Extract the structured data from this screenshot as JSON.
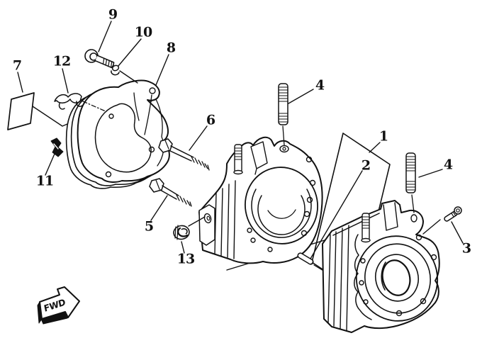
{
  "diagram": {
    "background": "#ffffff",
    "ink": "#111111",
    "fwd_arrow": {
      "label": "FWD"
    },
    "labels": [
      {
        "part": "9",
        "text": "9"
      },
      {
        "part": "10",
        "text": "10"
      },
      {
        "part": "8",
        "text": "8"
      },
      {
        "part": "7",
        "text": "7"
      },
      {
        "part": "12",
        "text": "12"
      },
      {
        "part": "11",
        "text": "11"
      },
      {
        "part": "6",
        "text": "6"
      },
      {
        "part": "5",
        "text": "5"
      },
      {
        "part": "13",
        "text": "13"
      },
      {
        "part": "4-left",
        "text": "4"
      },
      {
        "part": "1",
        "text": "1"
      },
      {
        "part": "2",
        "text": "2"
      },
      {
        "part": "4-right",
        "text": "4"
      },
      {
        "part": "3",
        "text": "3"
      }
    ]
  }
}
